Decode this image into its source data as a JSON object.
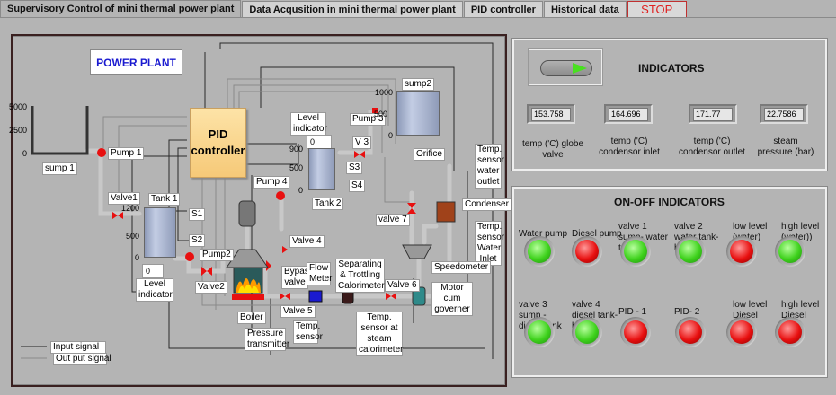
{
  "tabs": [
    {
      "label": "Supervisory Control of mini thermal power plant",
      "active": true
    },
    {
      "label": "Data Acqusition in mini thermal power plant",
      "active": false
    },
    {
      "label": "PID controller",
      "active": false
    },
    {
      "label": "Historical data",
      "active": false
    }
  ],
  "stop_label": "STOP",
  "diagram": {
    "title": "POWER PLANT",
    "pid_label": "PID controller",
    "sump1": {
      "label": "sump 1",
      "scale": [
        "5000",
        "2500",
        "0"
      ]
    },
    "tank1": {
      "label": "Tank 1",
      "scale": [
        "1200",
        "500",
        "0"
      ],
      "level_value": "0",
      "level_label": "Level indicator"
    },
    "tank2": {
      "label": "Tank 2",
      "scale": [
        "900",
        "500",
        "0"
      ],
      "level_value": "0",
      "level_label": "Level indicator"
    },
    "sump2": {
      "label": "sump2",
      "scale": [
        "1000",
        "500",
        "0"
      ]
    },
    "labels": {
      "pump1": "Pump 1",
      "pump2": "Pump2",
      "pump3": "Pump 3",
      "pump4": "Pump 4",
      "valve1": "Valve1",
      "valve2": "Valve2",
      "v3": "V 3",
      "valve4": "Valve 4",
      "valve5": "Valve 5",
      "valve6": "Valve 6",
      "valve7": "valve 7",
      "s1": "S1",
      "s2": "S2",
      "s3": "S3",
      "s4": "S4",
      "bypass": "Bypass valve",
      "flow": "Flow Meter",
      "calorimeter": "Separating & Trottling Calorimeter",
      "boiler": "Boiler",
      "pressure": "Pressure transmitter",
      "temp_sensor": "Temp. sensor",
      "temp_steam": "Temp. sensor at steam calorimeter",
      "orifice": "Orifice",
      "condenser": "Condenser",
      "temp_outlet": "Temp. sensor water outlet",
      "temp_inlet": "Temp. sensor Water Inlet",
      "speedometer": "Speedometer",
      "motor": "Motor cum governer"
    },
    "legend": {
      "input": "Input signal",
      "output": "Out put signal"
    }
  },
  "indicators": {
    "title": "INDICATORS",
    "toggle_on": true,
    "readouts": [
      {
        "value": "153.758",
        "label": "temp ('C) globe valve"
      },
      {
        "value": "164.696",
        "label": "temp ('C) condensor inlet"
      },
      {
        "value": "171.77",
        "label": "temp ('C) condensor outlet"
      },
      {
        "value": "22.7586",
        "label": "steam pressure (bar)"
      }
    ]
  },
  "onoff": {
    "title": "ON-OFF INDICATORS",
    "row1": [
      {
        "label": "Water pump",
        "on": true
      },
      {
        "label": "Diesel pump",
        "on": false
      },
      {
        "label": "valve 1 sump- water tank",
        "on": true
      },
      {
        "label": "valve 2 water tank-boiler",
        "on": true
      },
      {
        "label": "low level (water)",
        "on": false
      },
      {
        "label": "high level (water))",
        "on": true
      }
    ],
    "row2": [
      {
        "label": "valve 3 sump - diesel tank",
        "on": true
      },
      {
        "label": "valve 4 diesel tank-boiler",
        "on": true
      },
      {
        "label": "PID - 1",
        "on": false
      },
      {
        "label": "PID- 2",
        "on": false
      },
      {
        "label": "low level Diesel",
        "on": false
      },
      {
        "label": "high level Diesel",
        "on": false
      }
    ]
  },
  "colors": {
    "on": "#3ed21c",
    "off": "#e81010",
    "pid": "#f6c978",
    "title": "#1a1ad0"
  }
}
